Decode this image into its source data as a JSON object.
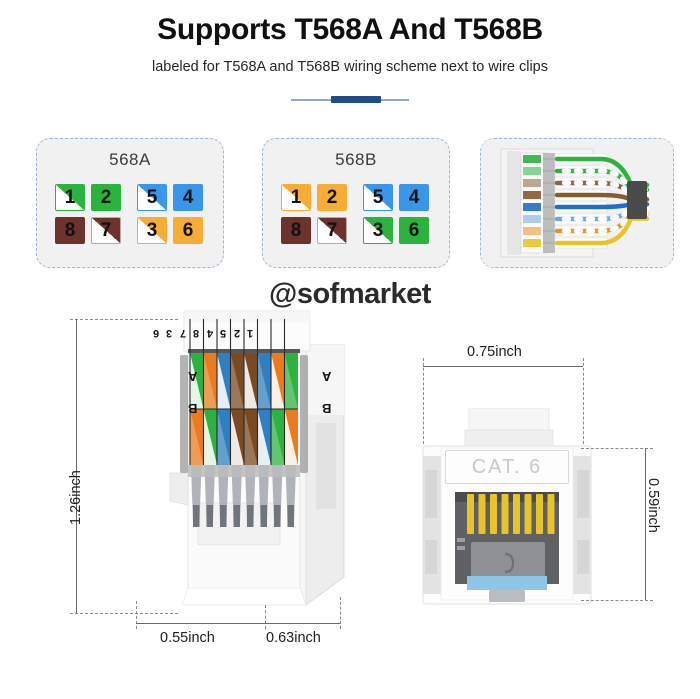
{
  "header": {
    "title": "Supports T568A And T568B",
    "subtitle": "labeled for T568A and T568B wiring scheme next to wire clips",
    "accent_color": "#1f4e87",
    "accent_light": "#8fa8c4"
  },
  "watermark": {
    "text": "@sofmarket"
  },
  "cards": [
    {
      "id": "t568a",
      "label": "568A",
      "pins": [
        {
          "number": "1",
          "base": "#2bb33f",
          "stripe": "#ffffff",
          "split": true,
          "border": "#2bb33f"
        },
        {
          "number": "2",
          "base": "#2bb33f",
          "stripe": "#2bb33f",
          "split": false,
          "border": "#2bb33f"
        },
        {
          "number": "5",
          "base": "#3a96e8",
          "stripe": "#ffffff",
          "split": true,
          "border": "#3a96e8"
        },
        {
          "number": "4",
          "base": "#3a96e8",
          "stripe": "#3a96e8",
          "split": false,
          "border": "#3a96e8"
        },
        {
          "number": "8",
          "base": "#6b332c",
          "stripe": "#6b332c",
          "split": false,
          "border": "#6b332c"
        },
        {
          "number": "7",
          "base": "#6b332c",
          "stripe": "#ffffff",
          "split": true,
          "border": "#b9aaa6"
        },
        {
          "number": "3",
          "base": "#f7ad35",
          "stripe": "#ffffff",
          "split": true,
          "border": "#f7ad35"
        },
        {
          "number": "6",
          "base": "#f7ad35",
          "stripe": "#f7ad35",
          "split": false,
          "border": "#f7ad35"
        }
      ]
    },
    {
      "id": "t568b",
      "label": "568B",
      "pins": [
        {
          "number": "1",
          "base": "#f7ad35",
          "stripe": "#ffffff",
          "split": true,
          "border": "#f7ad35"
        },
        {
          "number": "2",
          "base": "#f7ad35",
          "stripe": "#f7ad35",
          "split": false,
          "border": "#f7ad35"
        },
        {
          "number": "5",
          "base": "#3a96e8",
          "stripe": "#ffffff",
          "split": true,
          "border": "#3a96e8"
        },
        {
          "number": "4",
          "base": "#3a96e8",
          "stripe": "#3a96e8",
          "split": false,
          "border": "#3a96e8"
        },
        {
          "number": "8",
          "base": "#6b332c",
          "stripe": "#6b332c",
          "split": false,
          "border": "#6b332c"
        },
        {
          "number": "7",
          "base": "#6b332c",
          "stripe": "#ffffff",
          "split": true,
          "border": "#b9aaa6"
        },
        {
          "number": "3",
          "base": "#2bb33f",
          "stripe": "#ffffff",
          "split": true,
          "border": "#2bb33f"
        },
        {
          "number": "6",
          "base": "#2bb33f",
          "stripe": "#2bb33f",
          "split": false,
          "border": "#2bb33f"
        }
      ]
    },
    {
      "id": "wire-photo",
      "label": "",
      "wires": [
        {
          "color": "#2bb33f",
          "striped": false
        },
        {
          "color": "#2bb33f",
          "striped": true
        },
        {
          "color": "#8a6440",
          "striped": true
        },
        {
          "color": "#8a5a2e",
          "striped": false
        },
        {
          "color": "#1f6fc4",
          "striped": false
        },
        {
          "color": "#6fa8dc",
          "striped": true
        },
        {
          "color": "#e8921f",
          "striped": true
        },
        {
          "color": "#e8c42a",
          "striped": false
        }
      ]
    }
  ],
  "left_product": {
    "name": "keystone-jack-rear-view",
    "cap_numbers": [
      "1",
      "2",
      "5",
      "4",
      "8",
      "7",
      "3",
      "6"
    ],
    "scheme_labels": {
      "top": "A",
      "bottom": "B"
    },
    "slot_colors_top": [
      "#2bb33f",
      "#ea7b1e",
      "#2f7fc1",
      "#7a4a22",
      "#7a4a22",
      "#2f7fc1",
      "#ea7b1e",
      "#2bb33f"
    ],
    "slot_colors_bottom": [
      "#ea7b1e",
      "#2bb33f",
      "#2f7fc1",
      "#7a4a22",
      "#7a4a22",
      "#2f7fc1",
      "#2bb33f",
      "#ea7b1e"
    ],
    "dimensions": {
      "height": "1.26inch",
      "width_front": "0.55inch",
      "width_side": "0.63inch"
    }
  },
  "right_product": {
    "name": "keystone-jack-front-view",
    "port_label": "CAT. 6",
    "contact_count": 8,
    "contact_color": "#e8c42a",
    "dust_cover_color": "#8fc6e8",
    "dimensions": {
      "width": "0.75inch",
      "height": "0.59inch"
    }
  }
}
